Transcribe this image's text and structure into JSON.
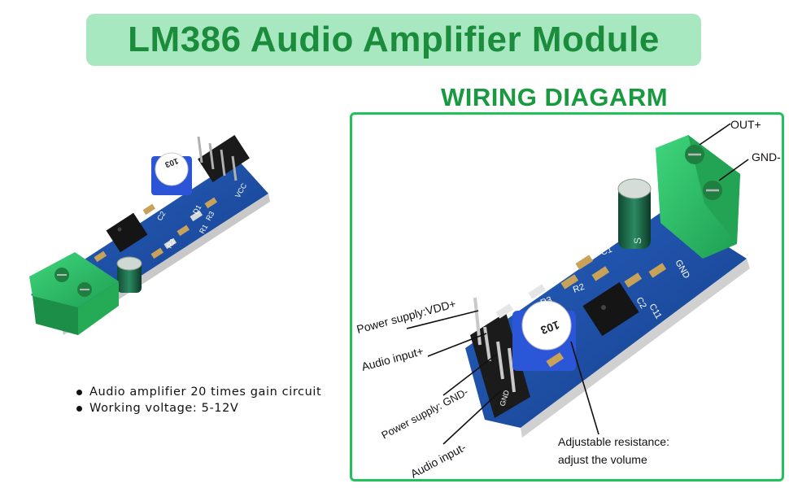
{
  "header": {
    "title": "LM386 Audio Amplifier Module"
  },
  "wiring": {
    "title": "WIRING DIAGARM",
    "labels": {
      "out_plus": "OUT+",
      "gnd_minus": "GND-",
      "power_vdd": "Power supply:VDD+",
      "audio_in_plus": "Audio input+",
      "power_gnd": "Power supply: GND-",
      "audio_in_minus": "Audio input-",
      "adj_line1": "Adjustable resistance:",
      "adj_line2": "adjust the volume"
    }
  },
  "features": [
    "Audio amplifier 20 times gain circuit",
    "Working voltage: 5-12V"
  ],
  "silkscreen": {
    "pot_code": "103",
    "small": {
      "c1": "C1",
      "c2": "C2",
      "c11": "C11",
      "r1": "R1",
      "r2": "R2",
      "r3": "R3",
      "d1": "D1",
      "gnd": "GND",
      "vcc": "VCC",
      "in": "IN"
    },
    "cap_text": "S"
  },
  "colors": {
    "banner_bg": "#a8e8c0",
    "title_green": "#1a8c3c",
    "frame_green": "#22c25a",
    "pcb_blue": "#1c4fa3",
    "terminal_green": "#2ec36a"
  }
}
